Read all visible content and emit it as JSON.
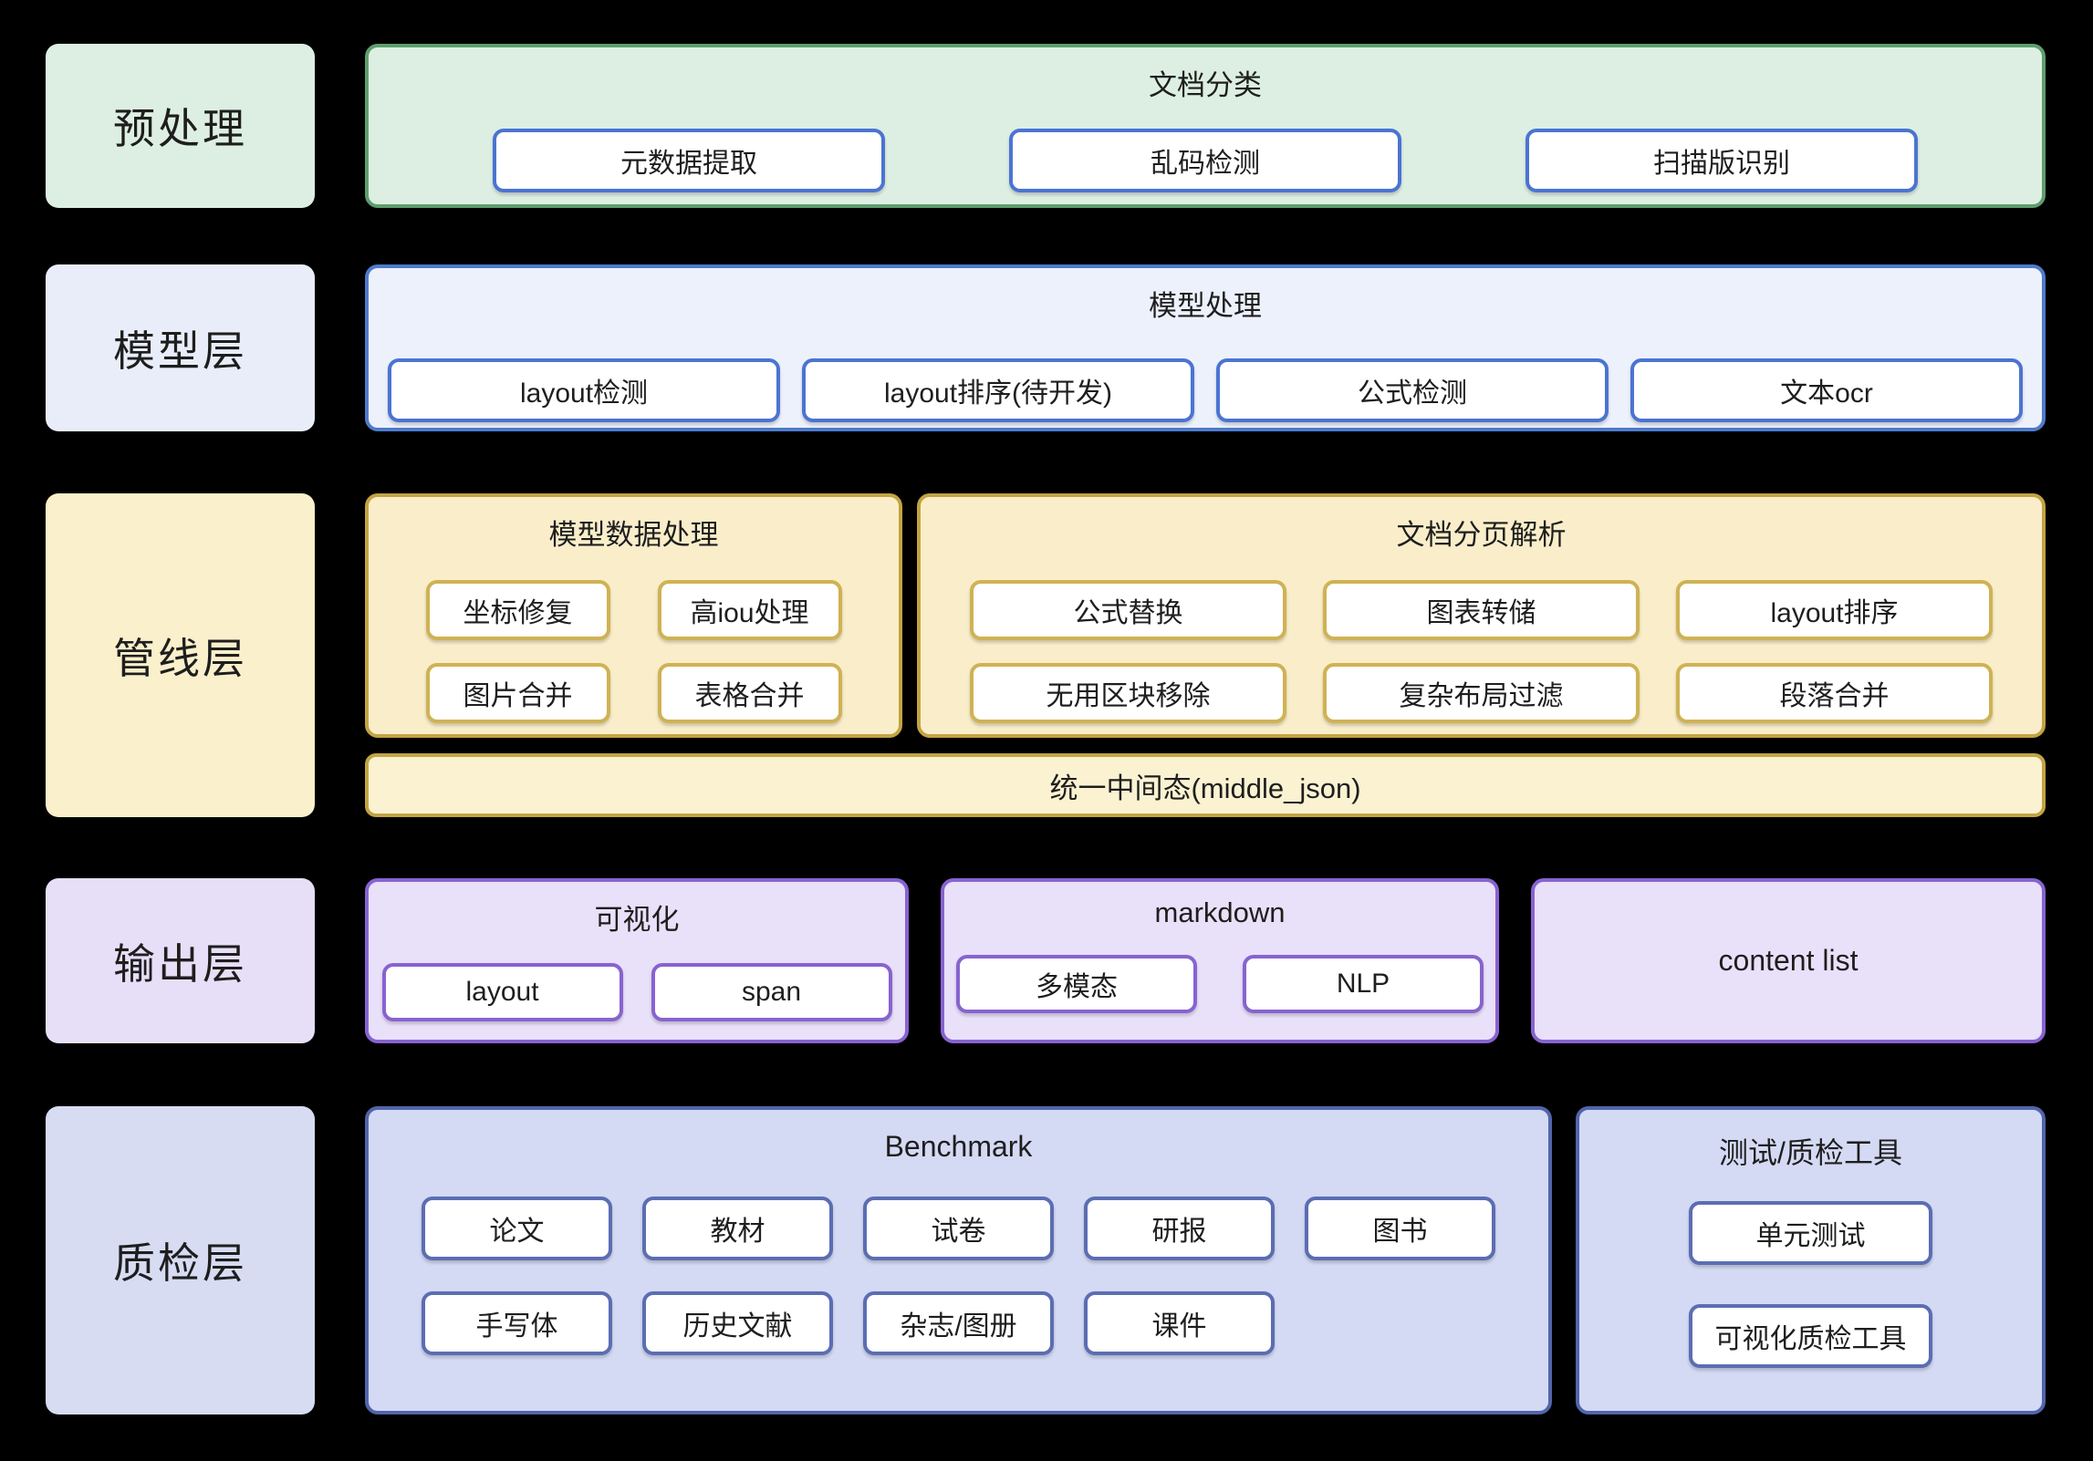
{
  "preprocess": {
    "label": "预处理",
    "group": {
      "title": "文档分类",
      "items": [
        "元数据提取",
        "乱码检测",
        "扫描版识别"
      ]
    }
  },
  "model": {
    "label": "模型层",
    "group": {
      "title": "模型处理",
      "items": [
        "layout检测",
        "layout排序(待开发)",
        "公式检测",
        "文本ocr"
      ]
    }
  },
  "pipeline": {
    "label": "管线层",
    "model_data": {
      "title": "模型数据处理",
      "items": [
        "坐标修复",
        "高iou处理",
        "图片合并",
        "表格合并"
      ]
    },
    "doc_parse": {
      "title": "文档分页解析",
      "items": [
        "公式替换",
        "图表转储",
        "layout排序",
        "无用区块移除",
        "复杂布局过滤",
        "段落合并"
      ]
    },
    "bar": "统一中间态(middle_json)"
  },
  "output": {
    "label": "输出层",
    "viz": {
      "title": "可视化",
      "items": [
        "layout",
        "span"
      ]
    },
    "markdown": {
      "title": "markdown",
      "items": [
        "多模态",
        "NLP"
      ]
    },
    "content_list": {
      "title": "content list"
    }
  },
  "qa": {
    "label": "质检层",
    "benchmark": {
      "title": "Benchmark",
      "items": [
        "论文",
        "教材",
        "试卷",
        "研报",
        "图书",
        "手写体",
        "历史文献",
        "杂志/图册",
        "课件"
      ]
    },
    "tools": {
      "title": "测试/质检工具",
      "items": [
        "单元测试",
        "可视化质检工具"
      ]
    }
  },
  "colors": {
    "background": "#000000",
    "text": "#1e1e1e",
    "green_bg": "#ddefe2",
    "green_border": "#5e9e6e",
    "blue_bg": "#edf1fc",
    "blue_border": "#4d7bcb",
    "blue_node_border": "#4b74d2",
    "yellow_bg": "#faeeca",
    "yellow_border": "#c2a443",
    "gold_node_border": "#cfb254",
    "purple_bg": "#e9e0f9",
    "purple_border": "#8763d1",
    "periwinkle_bg": "#d4daf4",
    "periwinkle_border": "#5265aa",
    "periwinkle_node_border": "#5b6db3",
    "node_bg": "#ffffff"
  }
}
